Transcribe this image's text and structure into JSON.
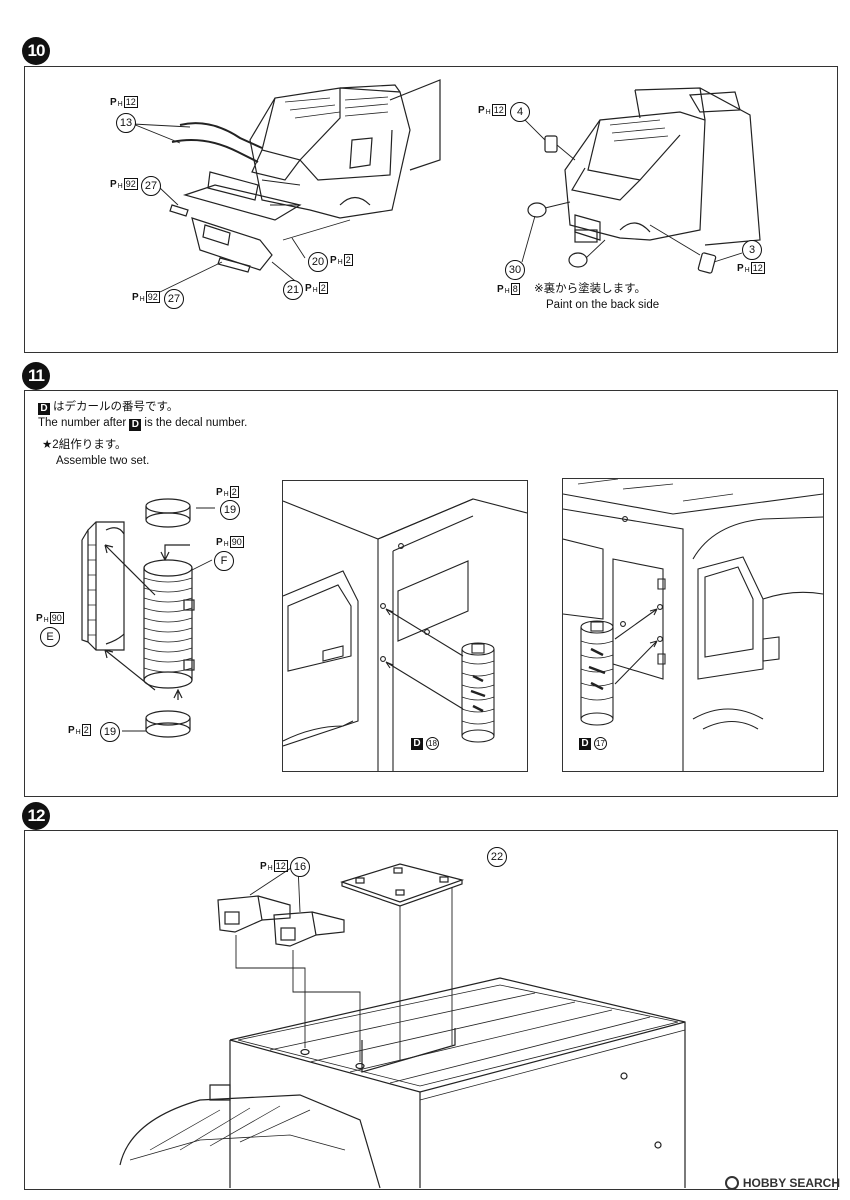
{
  "steps": [
    {
      "number": "10"
    },
    {
      "number": "11"
    },
    {
      "number": "12"
    }
  ],
  "step10": {
    "left_group": {
      "part_13": {
        "num": "13",
        "ph": "12"
      },
      "part_27a": {
        "num": "27",
        "ph": "92"
      },
      "part_27b": {
        "num": "27",
        "ph": "92"
      },
      "part_20": {
        "num": "20",
        "ph": "2"
      },
      "part_21": {
        "num": "21",
        "ph": "2"
      }
    },
    "right_group": {
      "part_4": {
        "num": "4",
        "ph": "12"
      },
      "part_3": {
        "num": "3",
        "ph": "12"
      },
      "part_30": {
        "num": "30",
        "ph": "8"
      },
      "note_jp": "※裏から塗装します。",
      "note_en": "Paint on the back side"
    }
  },
  "step11": {
    "decal_note_jp": "はデカールの番号です。",
    "decal_note_en_pre": "The number after",
    "decal_note_en_post": "is the decal number.",
    "decal_letter": "D",
    "assemble_jp": "★2組作ります。",
    "assemble_en": "Assemble two set.",
    "parts": {
      "part_19_top": {
        "num": "19",
        "ph": "2"
      },
      "part_F": {
        "num": "F",
        "ph": "90"
      },
      "part_E": {
        "num": "E",
        "ph": "90"
      },
      "part_19_bottom": {
        "num": "19",
        "ph": "2"
      }
    },
    "decal_left": {
      "letter": "D",
      "num": "18"
    },
    "decal_right": {
      "letter": "D",
      "num": "17"
    }
  },
  "step12": {
    "part_16": {
      "num": "16",
      "ph": "12"
    },
    "part_22": {
      "num": "22"
    }
  },
  "ph_prefix": "P",
  "ph_sub": "H",
  "watermark": "HOBBY SEARCH"
}
